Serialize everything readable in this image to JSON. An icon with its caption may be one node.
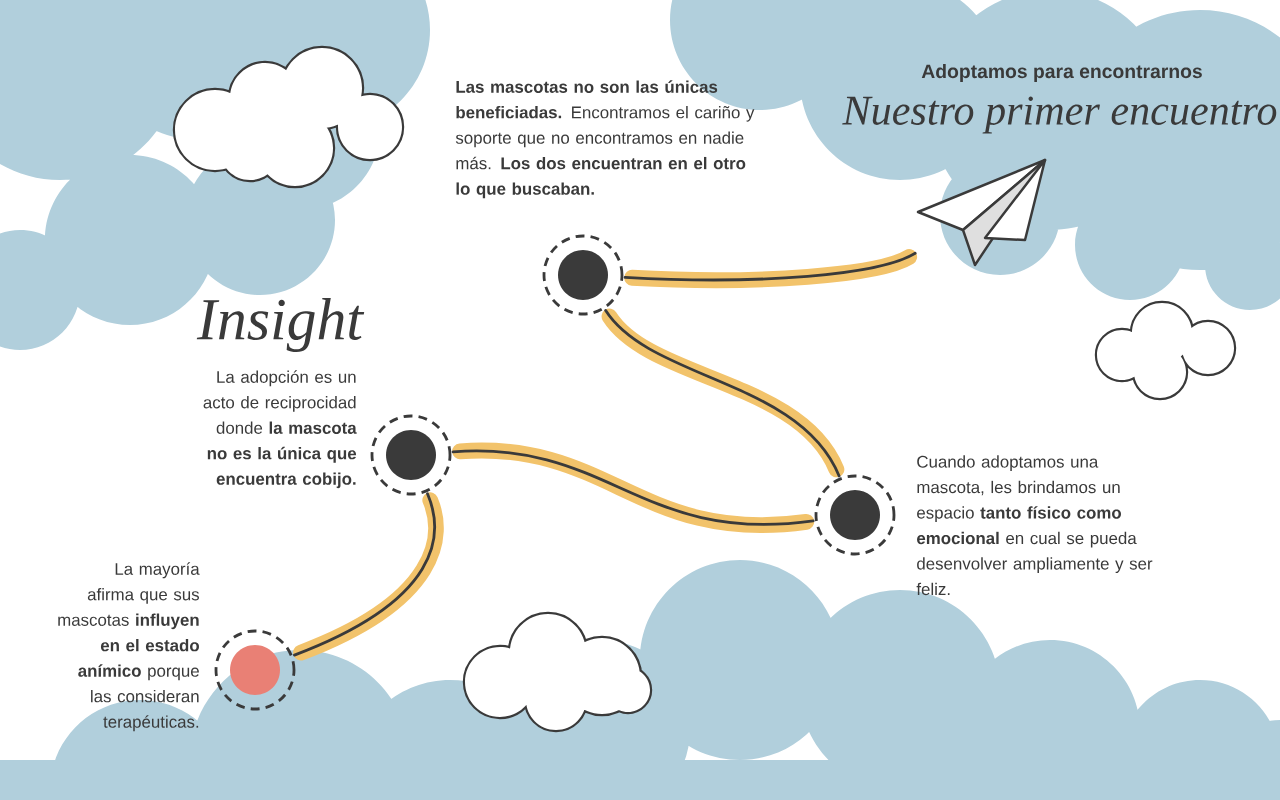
{
  "diagram": {
    "title": "Nuestro primer encuentro",
    "nodes": [
      {
        "text": [],
        "shape": "circle",
        "beside": [
          "La mayoría afirma que sus mascotas **influyen en el estado anímico** porque las consideran terapéuticas."
        ]
      },
      {
        "text": [],
        "shape": "circle",
        "beside": [
          "La adopción es un acto de reciprocidad donde **la mascota no es la única que encuentra cobijo.**"
        ]
      },
      {
        "text": [],
        "shape": "circle",
        "beside": [
          "Cuando adoptamos una mascota, les brindamos un espacio **tanto físico como emocional** en cual se pueda desenvolver ampliamente y ser feliz."
        ]
      },
      {
        "text": [],
        "shape": "circle",
        "beside": [
          "**Las mascotas no son las únicas beneficiadas.** Encontramos el cariño y soporte que no encontramos en nadie más. **Los dos encuentran en el otro lo que buscaban.**"
        ]
      },
      {
        "text": [],
        "shape": "picture"
      }
    ],
    "edges": [
      {
        "from": 0,
        "to": 1,
        "arrow": "none"
      },
      {
        "from": 1,
        "to": 2,
        "arrow": "none"
      },
      {
        "from": 2,
        "to": 3,
        "arrow": "none"
      },
      {
        "from": 3,
        "to": 4,
        "arrow": "none"
      }
    ],
    "labels": [
      "Adoptamos para encontrarnos",
      "Insight"
    ]
  }
}
